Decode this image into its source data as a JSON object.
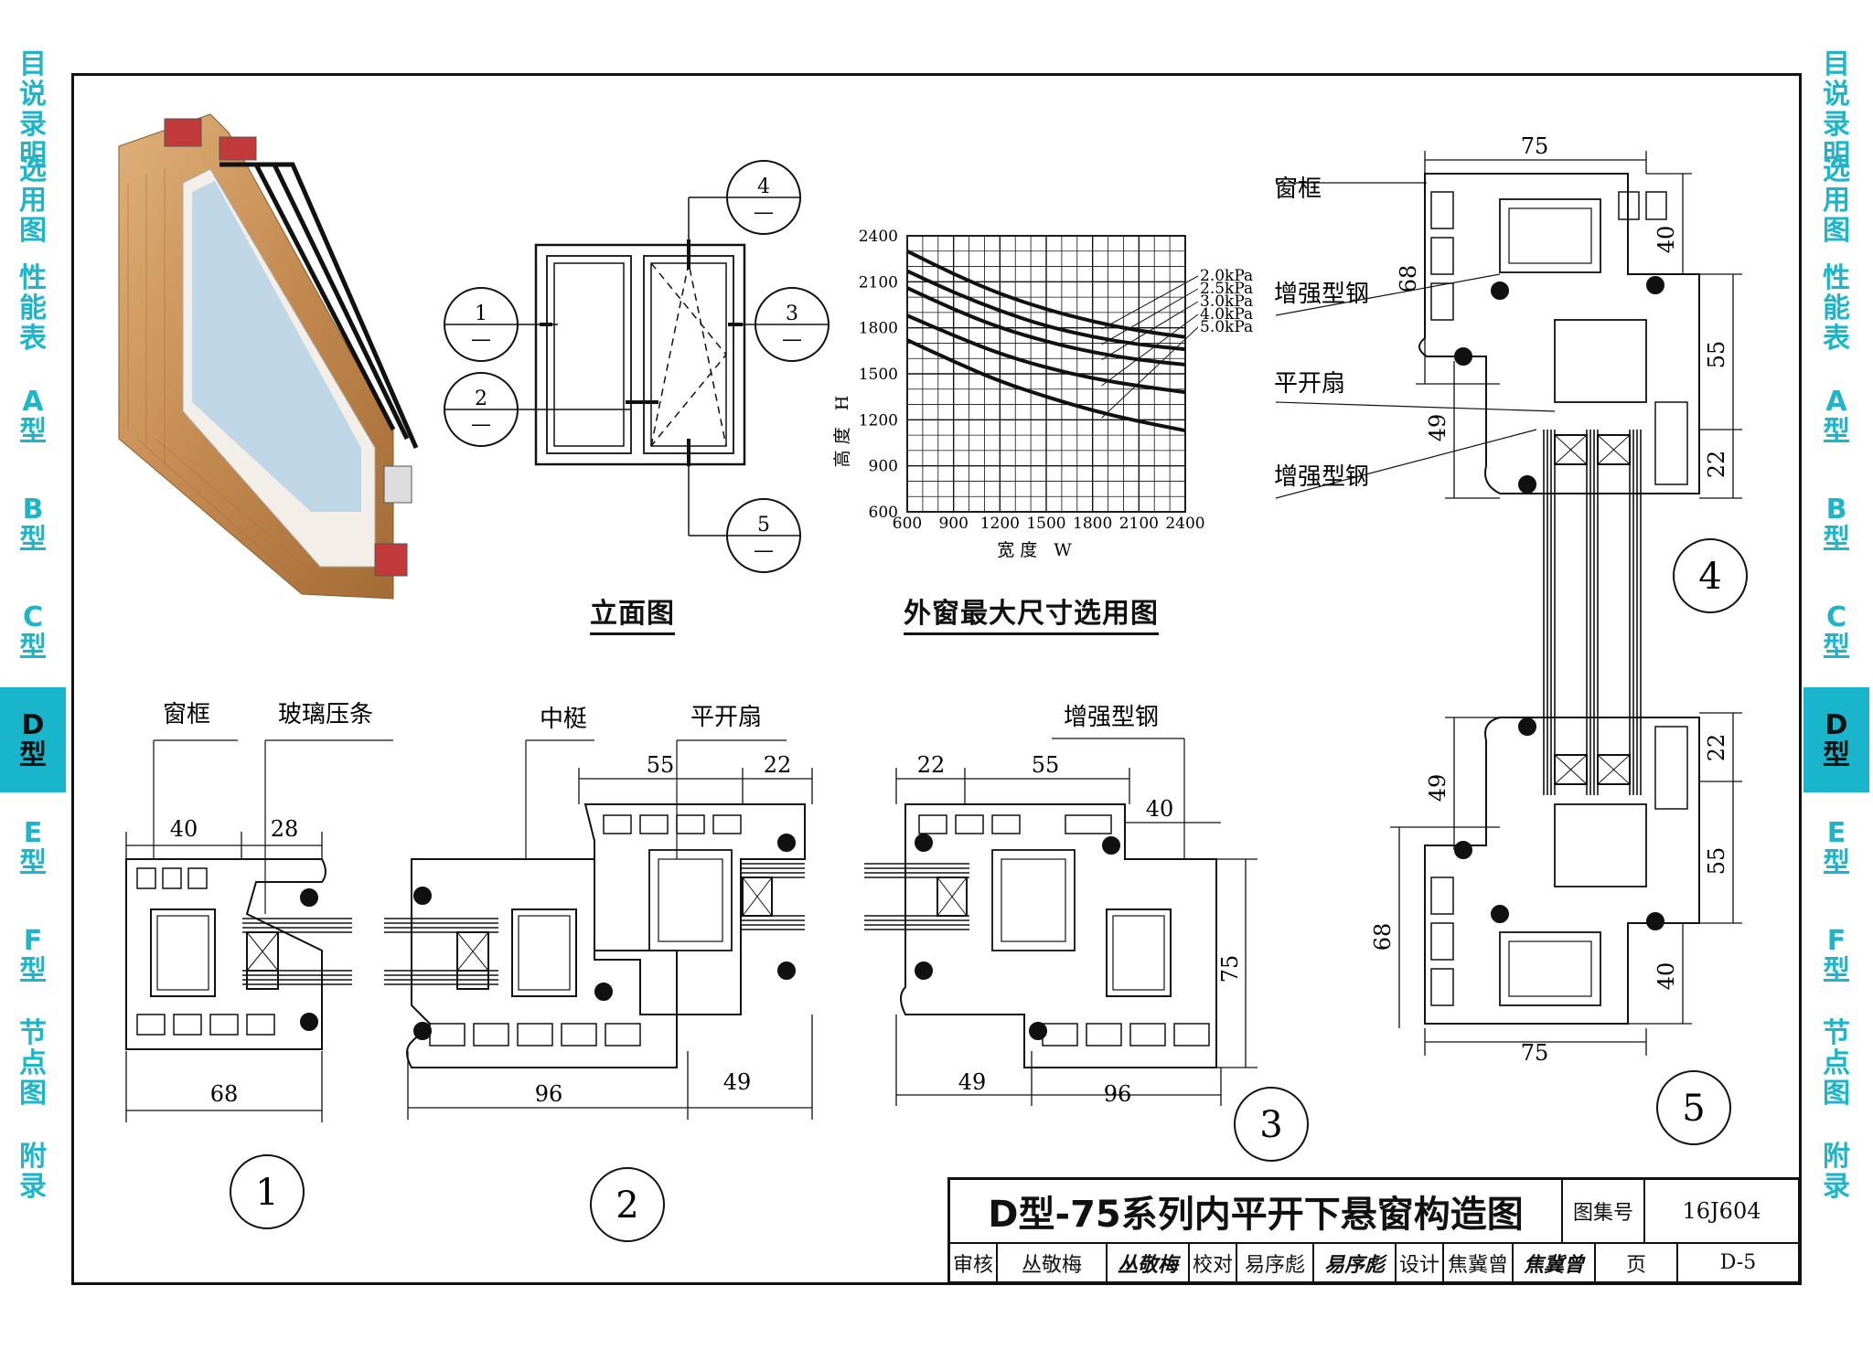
{
  "tabs_left": [
    "目说录明",
    "选用图",
    "性能表",
    "A型",
    "B型",
    "C型",
    "D型",
    "E型",
    "F型",
    "节点图",
    "附录"
  ],
  "tabs_right": [
    "目说录明",
    "选用图",
    "性能表",
    "A型",
    "B型",
    "C型",
    "D型",
    "E型",
    "F型",
    "节点图",
    "附录"
  ],
  "active_tab": "D型",
  "captions": {
    "elevation": "立面图",
    "chart": "外窗最大尺寸选用图"
  },
  "callouts": {
    "c1": "1",
    "c2": "2",
    "c3": "3",
    "c4": "4",
    "c5": "5",
    "dash": "—"
  },
  "chart_data": {
    "type": "line",
    "xlabel": "宽度 W",
    "ylabel": "高度 H",
    "x_ticks": [
      600,
      900,
      1200,
      1500,
      1800,
      2100,
      2400
    ],
    "y_ticks": [
      600,
      900,
      1200,
      1500,
      1800,
      2100,
      2400
    ],
    "xlim": [
      600,
      2400
    ],
    "ylim": [
      600,
      2400
    ],
    "grid": true,
    "series": [
      {
        "name": "2.0kPa",
        "x": [
          600,
          900,
          1200,
          1500,
          1800,
          2100,
          2400
        ],
        "y": [
          2300,
          2150,
          2020,
          1920,
          1840,
          1780,
          1740
        ]
      },
      {
        "name": "2.5kPa",
        "x": [
          600,
          900,
          1200,
          1500,
          1800,
          2100,
          2400
        ],
        "y": [
          2170,
          2030,
          1910,
          1810,
          1740,
          1690,
          1660
        ]
      },
      {
        "name": "3.0kPa",
        "x": [
          600,
          900,
          1200,
          1500,
          1800,
          2100,
          2400
        ],
        "y": [
          2060,
          1920,
          1800,
          1710,
          1640,
          1590,
          1560
        ]
      },
      {
        "name": "4.0kPa",
        "x": [
          600,
          900,
          1200,
          1500,
          1800,
          2100,
          2400
        ],
        "y": [
          1880,
          1750,
          1630,
          1540,
          1470,
          1420,
          1380
        ]
      },
      {
        "name": "5.0kPa",
        "x": [
          600,
          900,
          1200,
          1500,
          1800,
          2100,
          2400
        ],
        "y": [
          1720,
          1580,
          1450,
          1350,
          1260,
          1190,
          1130
        ]
      }
    ]
  },
  "labels": {
    "frame": "窗框",
    "bead": "玻璃压条",
    "mullion": "中梃",
    "sash": "平开扇",
    "steel": "增强型钢"
  },
  "dims": {
    "d40": "40",
    "d28": "28",
    "d68": "68",
    "d55": "55",
    "d22": "22",
    "d96": "96",
    "d49": "49",
    "d75": "75"
  },
  "title_block": {
    "title": "D型-75系列内平开下悬窗构造图",
    "atlas_label": "图集号",
    "atlas_no": "16J604",
    "review": "审核",
    "reviewer": "丛敬梅",
    "reviewer_sig": "丛敬梅",
    "check": "校对",
    "checker": "易序彪",
    "checker_sig": "易序彪",
    "design": "设计",
    "designer": "焦冀曾",
    "designer_sig": "焦冀曾",
    "page_label": "页",
    "page_no": "D-5"
  },
  "colors": {
    "tab_active": "#19b6cb",
    "tab_text": "#1fb5c9",
    "wood": "#c8935a",
    "glass": "#4a90c8"
  }
}
